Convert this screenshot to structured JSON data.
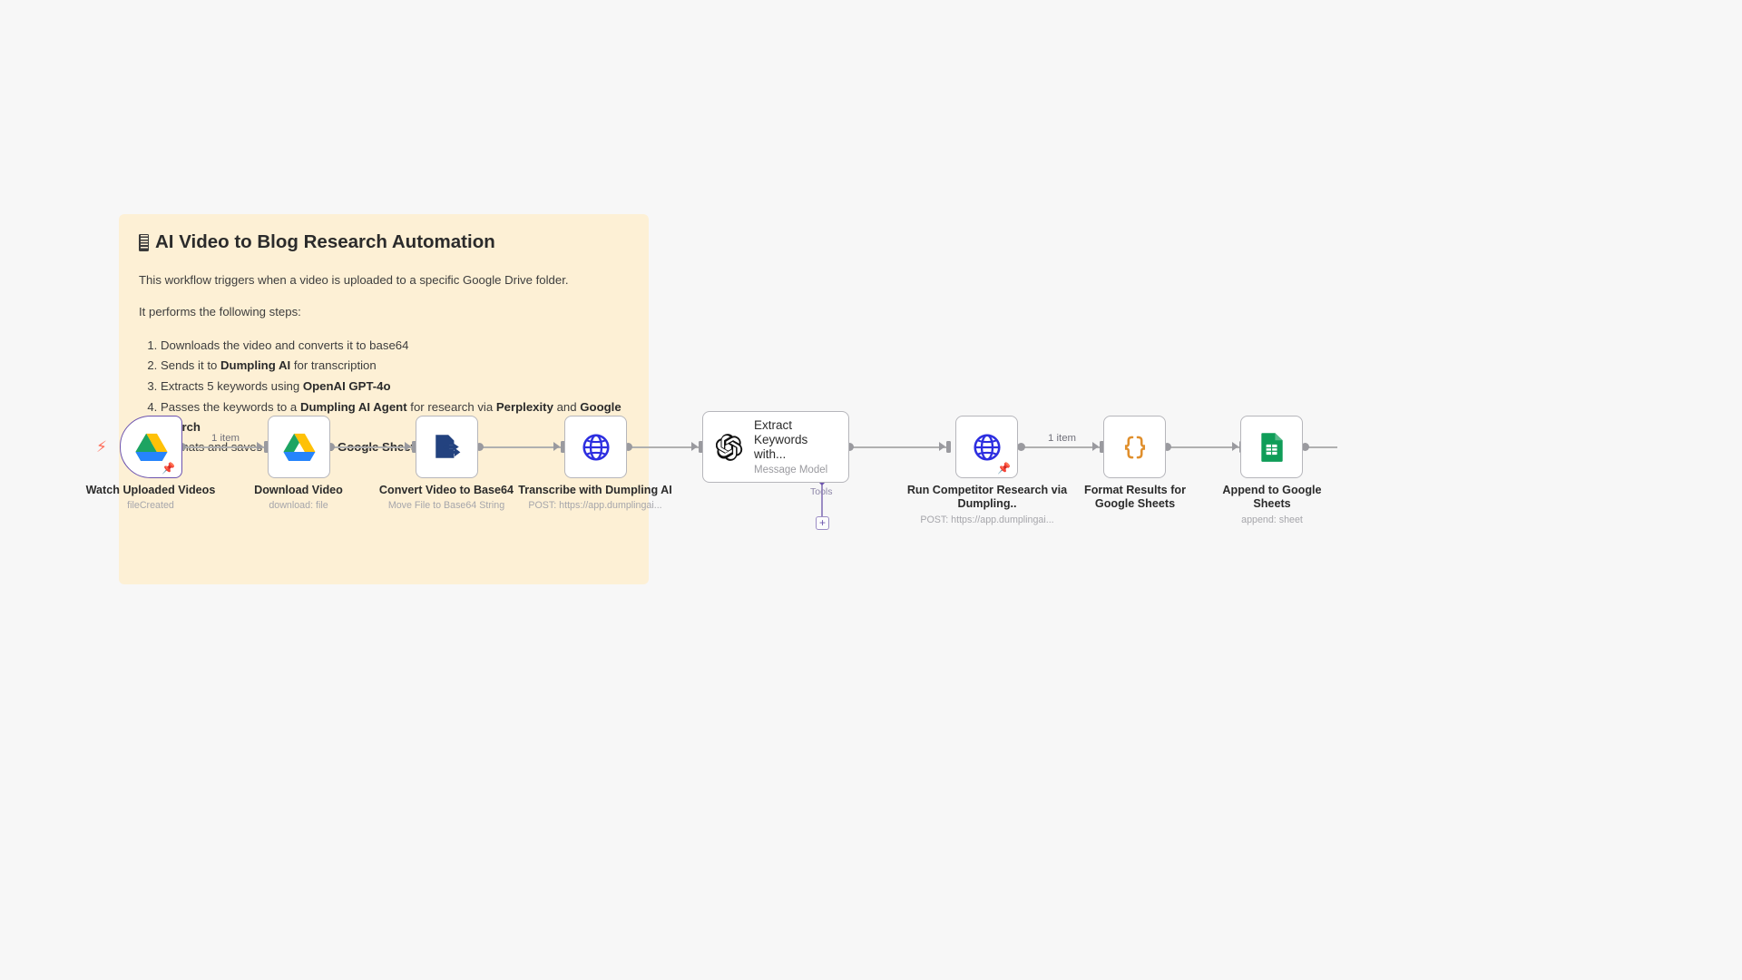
{
  "sticky_note": {
    "icon": "film-strip-icon",
    "title": "AI Video to Blog Research Automation",
    "intro": "This workflow triggers when a video is uploaded to a specific Google Drive folder.",
    "steps_header": "It performs the following steps:",
    "steps": [
      "Downloads the video and converts it to base64",
      "Sends it to <b>Dumpling AI</b> for transcription",
      "Extracts 5 keywords using <b>OpenAI GPT-4o</b>",
      "Passes the keywords to a <b>Dumpling AI Agent</b> for research via <b>Perplexity</b> and <b>Google Search</b>",
      "Formats and saves the results to <b>Google Sheets</b>"
    ],
    "background_color": "#fdf0d5"
  },
  "nodes": [
    {
      "id": "watch-uploaded-videos",
      "title": "Watch Uploaded Videos",
      "subtitle": "fileCreated",
      "icon": "google-drive-icon",
      "type": "trigger",
      "pinned": true
    },
    {
      "id": "download-video",
      "title": "Download Video",
      "subtitle": "download: file",
      "icon": "google-drive-icon",
      "type": "action",
      "pinned": false
    },
    {
      "id": "convert-video-to-base64",
      "title": "Convert Video to Base64",
      "subtitle": "Move File to Base64 String",
      "icon": "extract-from-file-icon",
      "type": "action",
      "pinned": false
    },
    {
      "id": "transcribe-with-dumpling-ai",
      "title": "Transcribe with Dumpling AI",
      "subtitle": "POST: https://app.dumplingai...",
      "icon": "globe-http-icon",
      "type": "action",
      "pinned": false
    },
    {
      "id": "extract-keywords",
      "title": "Extract Keywords with...",
      "subtitle": "Message Model",
      "icon": "openai-icon",
      "type": "agent",
      "pinned": false
    },
    {
      "id": "run-competitor-research",
      "title": "Run Competitor Research via Dumpling..",
      "subtitle": "POST: https://app.dumplingai...",
      "icon": "globe-http-icon",
      "type": "action",
      "pinned": true
    },
    {
      "id": "format-results-for-google-sheets",
      "title": "Format Results for Google Sheets",
      "subtitle": "",
      "icon": "code-braces-icon",
      "type": "action",
      "pinned": false
    },
    {
      "id": "append-to-google-sheets",
      "title": "Append to Google Sheets",
      "subtitle": "append: sheet",
      "icon": "google-sheets-icon",
      "type": "action",
      "pinned": false
    }
  ],
  "edge_labels": {
    "drive_to_download": "1 item",
    "agent_to_research": "1 item"
  },
  "tools_connector": {
    "label": "Tools",
    "add_button": "+"
  },
  "colors": {
    "trigger_border": "#6b52ae",
    "node_border": "#b6b6bb",
    "canvas": "#f7f7f7",
    "sticky": "#fdf0d5",
    "bolt": "#ff6d5a",
    "accent": "#6b52ae"
  }
}
